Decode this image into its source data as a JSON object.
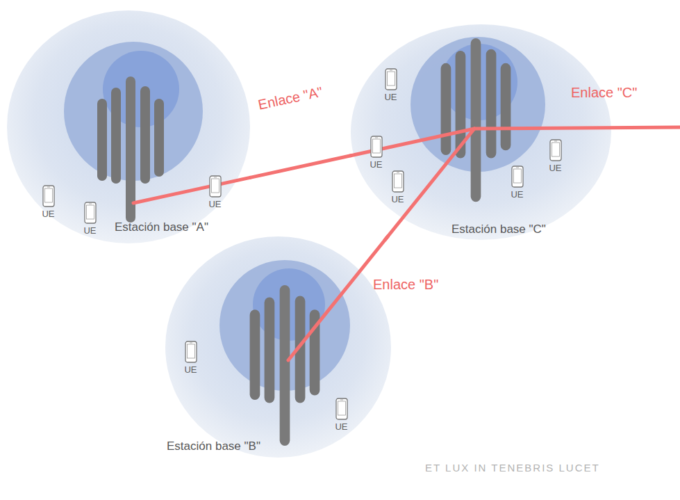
{
  "diagram": {
    "nodes": [
      {
        "text": [
          "Estación base \"A\""
        ]
      },
      {
        "text": [
          "UE"
        ],
        "in": 0
      },
      {
        "text": [
          "UE"
        ],
        "in": 0
      },
      {
        "text": [
          "UE"
        ],
        "in": 0
      },
      {
        "text": [
          "Estación base \"C\""
        ]
      },
      {
        "text": [
          "UE"
        ],
        "in": 4
      },
      {
        "text": [
          "UE"
        ],
        "in": 4
      },
      {
        "text": [
          "UE"
        ],
        "in": 4
      },
      {
        "text": [
          "UE"
        ],
        "in": 4
      },
      {
        "text": [
          "UE"
        ],
        "in": 4
      },
      {
        "text": [
          "Estación base \"B\""
        ]
      },
      {
        "text": [
          "UE"
        ],
        "in": 10
      },
      {
        "text": [
          "UE"
        ],
        "in": 10
      }
    ],
    "edges": [
      {
        "from": 0,
        "to": 4,
        "arrow": "none",
        "label": "Enlace \"A\""
      },
      {
        "from": 10,
        "to": 4,
        "arrow": "none",
        "label": "Enlace \"B\""
      }
    ],
    "labels": [
      "Enlace \"C\"",
      "ET LUX IN TENEBRIS LUCET"
    ]
  }
}
